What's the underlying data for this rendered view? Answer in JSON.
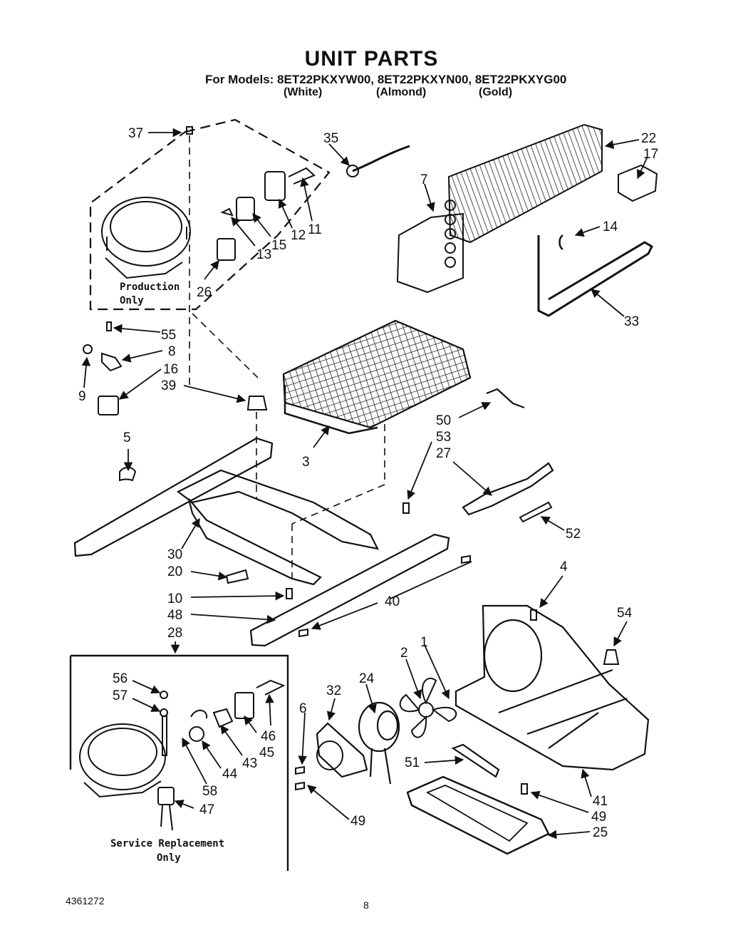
{
  "header": {
    "title": "UNIT PARTS",
    "models_line": "For Models: 8ET22PKXYW00, 8ET22PKXYN00, 8ET22PKXYG00",
    "variants": [
      "(White)",
      "(Almond)",
      "(Gold)"
    ]
  },
  "box_notes": {
    "production_1": "Production",
    "production_2": "Only",
    "service_1": "Service Replacement",
    "service_2": "Only"
  },
  "callouts": [
    "37",
    "35",
    "22",
    "17",
    "7",
    "14",
    "11",
    "12",
    "15",
    "13",
    "26",
    "33",
    "55",
    "8",
    "9",
    "16",
    "39",
    "3",
    "5",
    "50",
    "53",
    "27",
    "52",
    "30",
    "20",
    "10",
    "48",
    "40",
    "4",
    "54",
    "28",
    "56",
    "57",
    "2",
    "1",
    "32",
    "24",
    "6",
    "46",
    "45",
    "43",
    "44",
    "58",
    "47",
    "51",
    "41",
    "49",
    "49b",
    "25"
  ],
  "callout_text": {
    "37": "37",
    "35": "35",
    "22": "22",
    "17": "17",
    "7": "7",
    "14": "14",
    "11": "11",
    "12": "12",
    "15": "15",
    "13": "13",
    "26": "26",
    "33": "33",
    "55": "55",
    "8": "8",
    "9": "9",
    "16": "16",
    "39": "39",
    "3": "3",
    "5": "5",
    "50": "50",
    "53": "53",
    "27": "27",
    "52": "52",
    "30": "30",
    "20": "20",
    "10": "10",
    "48": "48",
    "40": "40",
    "4": "4",
    "54": "54",
    "28": "28",
    "56": "56",
    "57": "57",
    "2": "2",
    "1": "1",
    "32": "32",
    "24": "24",
    "6": "6",
    "46": "46",
    "45": "45",
    "43": "43",
    "44": "44",
    "58": "58",
    "47": "47",
    "51": "51",
    "41": "41",
    "49": "49",
    "49b": "49",
    "25": "25"
  },
  "footer": {
    "doc_number": "4361272",
    "page_number": "8"
  }
}
